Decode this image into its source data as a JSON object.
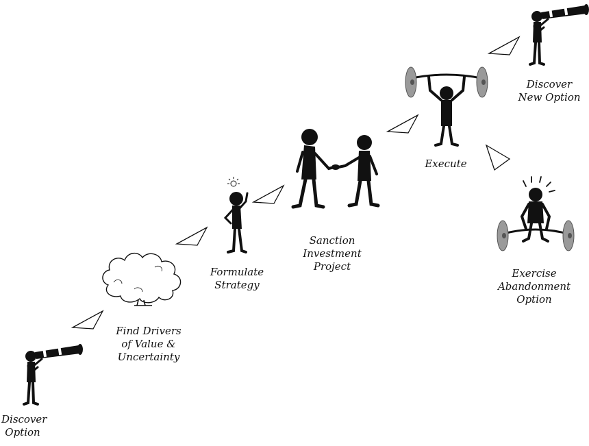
{
  "steps": {
    "discover_option": {
      "lines": [
        "Discover",
        "Option"
      ]
    },
    "find_drivers": {
      "lines": [
        "Find Drivers",
        "of Value &",
        "Uncertainty"
      ]
    },
    "formulate_strategy": {
      "lines": [
        "Formulate",
        "Strategy"
      ]
    },
    "sanction_project": {
      "lines": [
        "Sanction",
        "Investment",
        "Project"
      ]
    },
    "execute": {
      "lines": [
        "Execute"
      ]
    },
    "discover_new_option": {
      "lines": [
        "Discover",
        "New Option"
      ]
    },
    "exercise_abandonment": {
      "lines": [
        "Exercise",
        "Abandonment",
        "Option"
      ]
    }
  },
  "icons": {
    "telescope": "person-with-telescope-icon",
    "cloud": "thought-cloud-icon",
    "idea": "person-with-lightbulb-icon",
    "handshake": "handshake-icon",
    "weightlifter": "weightlifter-icon",
    "arrow": "triangle-arrow-icon"
  },
  "colors": {
    "ink": "#111111",
    "plate": "#9a9a9a",
    "background": "#ffffff"
  }
}
